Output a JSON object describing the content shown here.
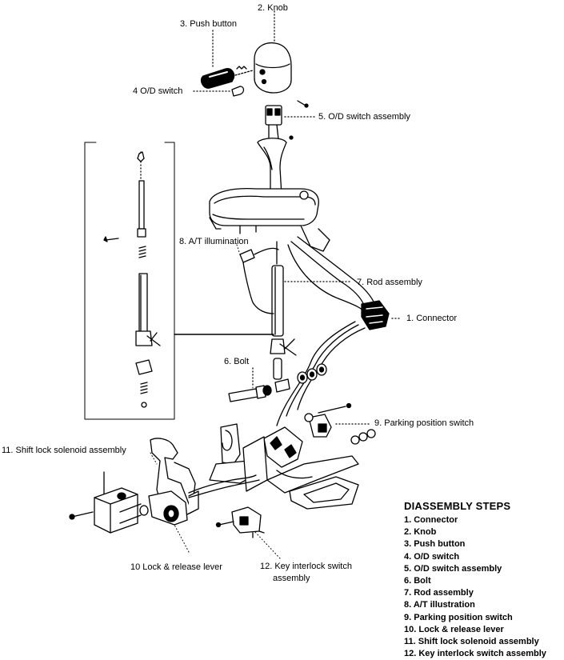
{
  "callouts": {
    "knob": "2. Knob",
    "push_button": "3. Push button",
    "od_switch": "4  O/D switch",
    "od_switch_assembly": "5. O/D switch assembly",
    "at_illumination": "8. A/T illumination",
    "rod_assembly": "7. Rod assembly",
    "connector": "1. Connector",
    "bolt": "6. Bolt",
    "parking_position_switch": "9. Parking position switch",
    "shift_lock_solenoid": "11. Shift lock solenoid assembly",
    "lock_release_lever": "10  Lock & release lever",
    "key_interlock_line1": "12. Key interlock switch",
    "key_interlock_line2": "assembly"
  },
  "disassembly": {
    "title": "DIASSEMBLY STEPS",
    "steps": [
      "1. Connector",
      "2. Knob",
      "3. Push button",
      "4. O/D switch",
      "5. O/D switch assembly",
      "6. Bolt",
      "7. Rod assembly",
      "8. A/T illustration",
      "9. Parking position switch",
      "10. Lock & release lever",
      "11. Shift lock solenoid assembly",
      "12. Key interlock switch assembly"
    ]
  }
}
